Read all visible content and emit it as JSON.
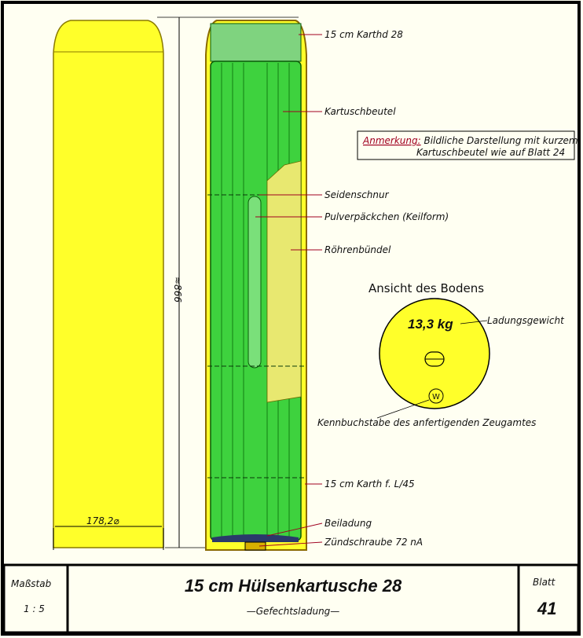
{
  "drawing": {
    "labels": {
      "karthd": "15 cm Karthd 28",
      "kartuschbeutel": "Kartuschbeutel",
      "seidenschnur": "Seidenschnur",
      "pulverpaeckchen": "Pulverpäckchen (Keilform)",
      "roehrenbuendel": "Röhrenbündel",
      "karth_l45": "15 cm Karth f. L/45",
      "beiladung": "Beiladung",
      "zuendschraube": "Zündschraube 72 nA"
    },
    "note": {
      "prefix": "Anmerkung:",
      "line1": " Bildliche Darstellung mit kurzem",
      "line2": "Kartuschbeutel wie auf Blatt 24"
    },
    "dimensions": {
      "length": "≈866",
      "diameter": "178,2⌀"
    },
    "base_view": {
      "title": "Ansicht des Bodens",
      "weight": "13,3 kg",
      "weight_label": "Ladungsgewicht",
      "letter": "W",
      "letter_label": "Kennbuchstabe des anfertigenden Zeugamtes"
    },
    "colors": {
      "yellow": "#ffff2a",
      "green": "#3ed23e",
      "frame": "#000000"
    }
  },
  "title_block": {
    "scale_label": "Maßstab",
    "scale_value": "1 : 5",
    "title": "15 cm Hülsenkartusche 28",
    "subtitle": "—Gefechtsladung—",
    "sheet_label": "Blatt",
    "sheet_value": "41"
  }
}
